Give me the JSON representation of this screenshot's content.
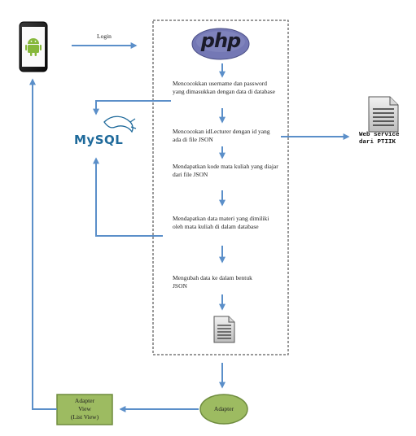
{
  "login_label": "Login",
  "php_logo_text": "php",
  "mysql_logo_text": "MySQL",
  "steps": [
    "Mencocokkan username dan password yang dimasukkan dengan data di database",
    "Mencocokan idLecturer dengan id yang ada di file JSON",
    "Mendapatkan kode mata kuliah yang diajar dari file JSON",
    "Mendapatkan data materi yang dimiliki oleh mata kuliah di dalam database",
    "Mengubah data ke dalam bentuk JSON"
  ],
  "webservice_line1": "Web service",
  "webservice_line2": "dari PTIIK",
  "adapter_label": "Adapter",
  "adapter_view_line1": "Adapter",
  "adapter_view_line2": "View",
  "adapter_view_line3": "(List View)",
  "colors": {
    "arrow": "#5b8fc9",
    "adapter_fill": "#9dbb61",
    "adapter_stroke": "#6e8b3d",
    "php_fill": "#7478b5",
    "mysql_blue": "#1f6a9b",
    "mysql_orange": "#e48a1b",
    "phone_body": "#111111",
    "android_green": "#86b83b"
  }
}
